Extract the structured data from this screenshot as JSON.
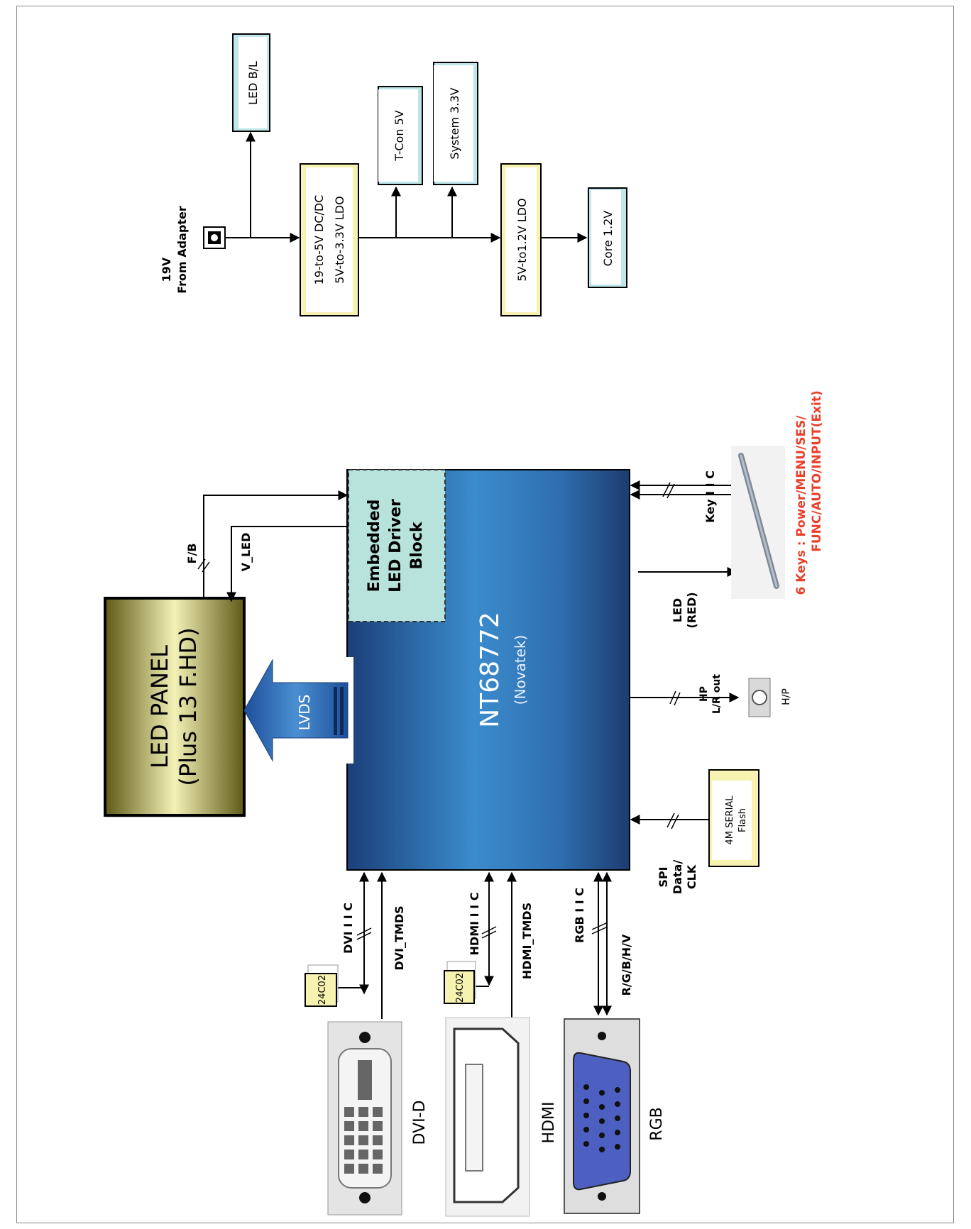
{
  "power": {
    "input_line1": "19V",
    "input_line2": "From Adapter",
    "blocks": {
      "led_bl": "LED B/L",
      "dcdc_line1": "19-to-5V DC/DC",
      "dcdc_line2": "5V-to-3.3V LDO",
      "tcon": "T-Con 5V",
      "system": "System 3.3V",
      "ldo": "5V-to1.2V LDO",
      "core": "Core 1.2V"
    }
  },
  "panel": {
    "line1": "LED PANEL",
    "line2": "(Plus 13 F.HD)"
  },
  "lvds": "LVDS",
  "led_driver": {
    "line1": "Embedded",
    "line2": "LED Driver",
    "line3": "Block"
  },
  "chip": {
    "name": "NT68772",
    "vendor": "(Novatek)"
  },
  "signals": {
    "fb": "F/B",
    "v_led": "V_LED",
    "key_iic": "Key I I C",
    "led_red_line1": "LED",
    "led_red_line2": "(RED)",
    "hp_line1": "HP",
    "hp_line2": "L/R out",
    "spi_line1": "SPI",
    "spi_line2": "Data/",
    "spi_line3": "CLK",
    "dvi_iic": "DVI I I C",
    "dvi_tmds": "DVI_TMDS",
    "hdmi_iic": "HDMI I I C",
    "hdmi_tmds": "HDMI_TMDS",
    "rgb_iic": "RGB I I C",
    "rgbhv": "R/G/B/H/V"
  },
  "peripherals": {
    "flash_line1": "4M SERIAL",
    "flash_line2": "Flash",
    "hp": "H/P",
    "eeprom_dvi": "24C02",
    "eeprom_hdmi": "24C02",
    "keys_line1": "6 Keys : Power/MENU/SES/",
    "keys_line2": "FUNC/AUTO/INPUT(Exit)"
  },
  "connectors": {
    "dvi": "DVI-D",
    "hdmi": "HDMI",
    "rgb": "RGB"
  },
  "colors": {
    "chip_dark": "#1f4a86",
    "chip_light": "#3f8fcf",
    "driver_fill": "#b7e3dc",
    "panel_light": "#f4f2b8",
    "panel_dark": "#6f6a1e",
    "block_yellow": "#f6f2b0",
    "block_cyan": "#bfe6ea",
    "keys_red": "#e8402a",
    "vga_blue": "#4d5fc0"
  }
}
